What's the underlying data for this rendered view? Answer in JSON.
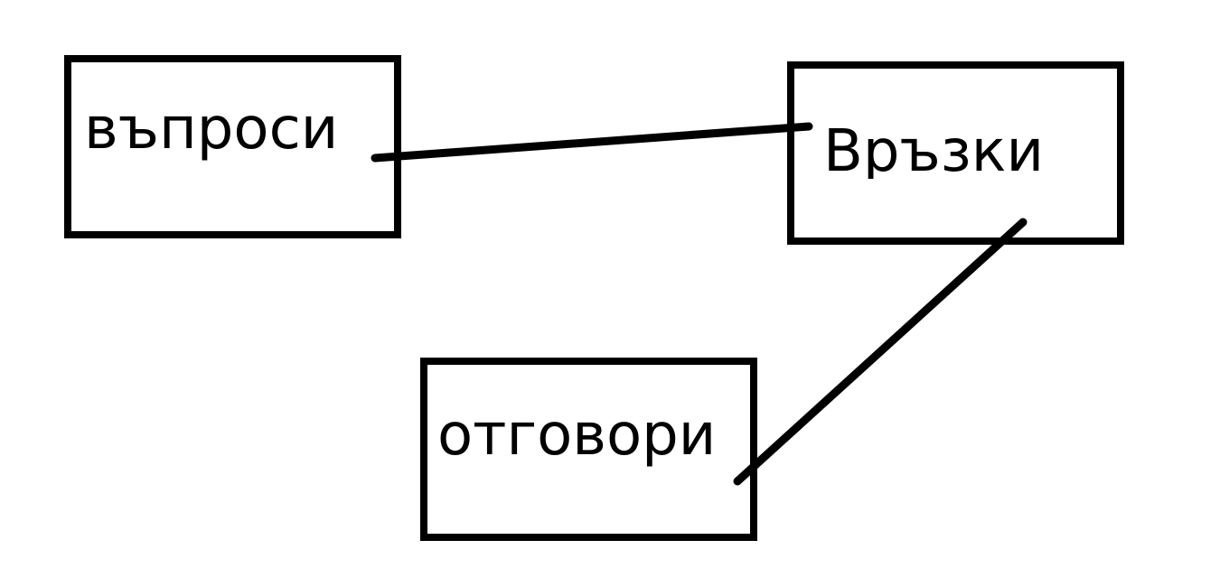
{
  "diagram": {
    "nodes": [
      {
        "id": "questions",
        "label": "въпроси"
      },
      {
        "id": "links",
        "label": "Връзки"
      },
      {
        "id": "answers",
        "label": "отговори"
      }
    ],
    "edges": [
      {
        "from": "questions",
        "to": "links"
      },
      {
        "from": "answers",
        "to": "links"
      }
    ],
    "colors": {
      "stroke": "#000000",
      "background": "#ffffff"
    }
  }
}
